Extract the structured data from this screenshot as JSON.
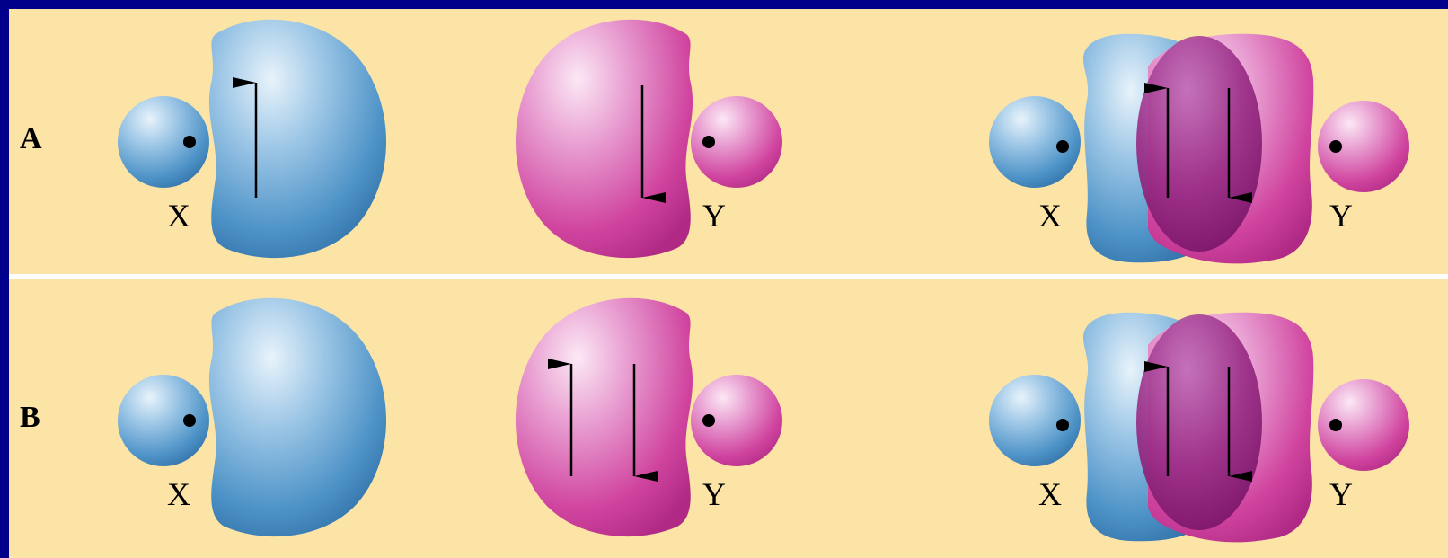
{
  "colors": {
    "frame": "#00008B",
    "panel_background": "#FCE3A6",
    "divider": "#FFFFFF",
    "orbital_x": "#4A90C4",
    "orbital_y": "#D63FA3",
    "overlap": "#8E1C77"
  },
  "rows": [
    {
      "label": "A",
      "atom_x_label": "X",
      "atom_y_label": "Y",
      "x_lobe_electrons": [
        "up"
      ],
      "y_lobe_electrons": [
        "down"
      ],
      "bonded_electrons": [
        "up",
        "down"
      ]
    },
    {
      "label": "B",
      "atom_x_label": "X",
      "atom_y_label": "Y",
      "x_lobe_electrons": [],
      "y_lobe_electrons": [
        "up",
        "down"
      ],
      "bonded_electrons": [
        "up",
        "down"
      ]
    }
  ]
}
